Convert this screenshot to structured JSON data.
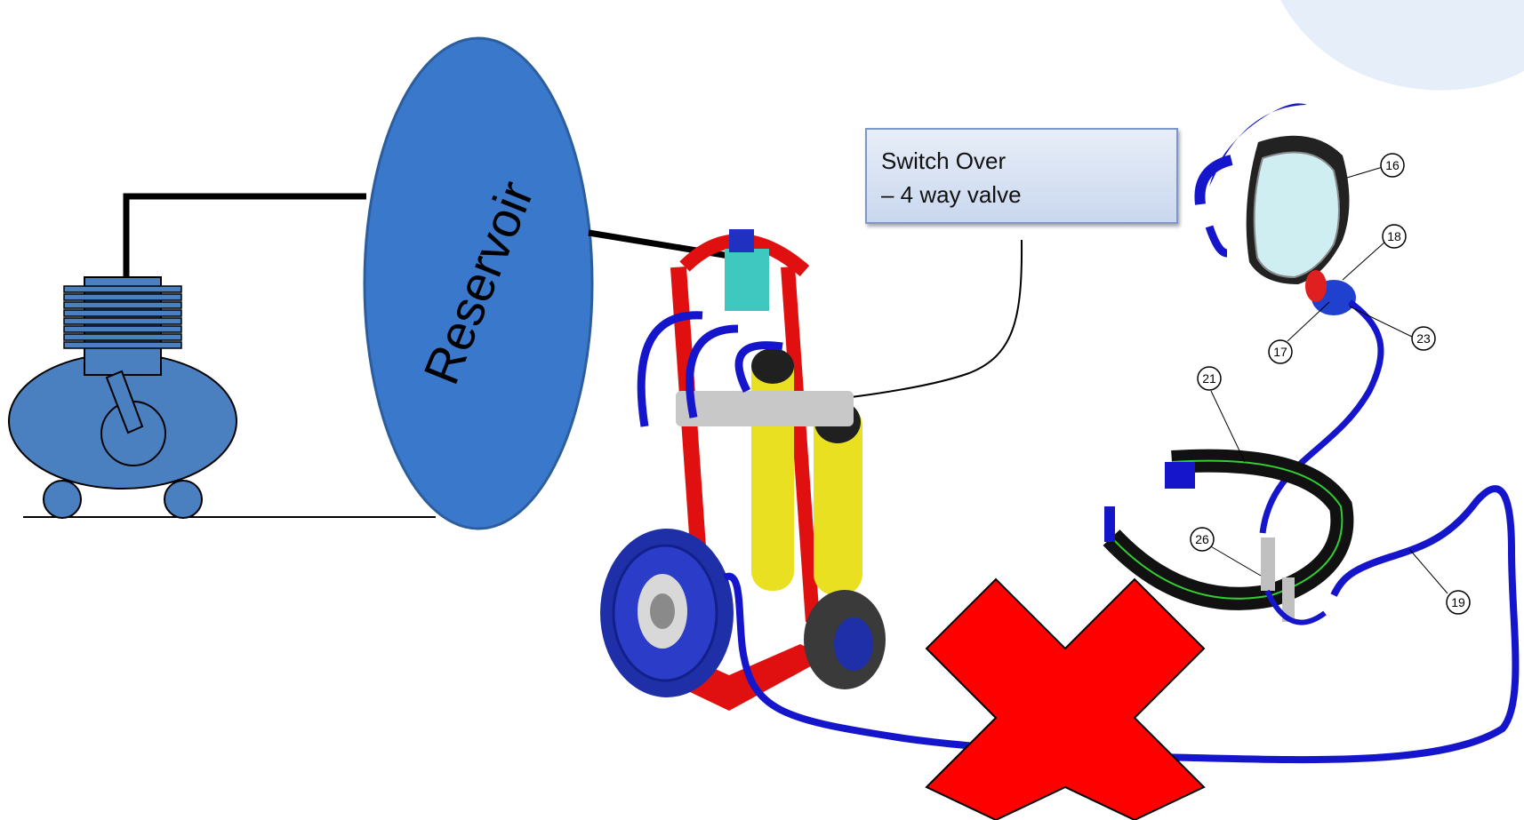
{
  "reservoir": {
    "label": "Reservoir"
  },
  "callout": {
    "line1": "Switch Over",
    "line2": "– 4 way valve"
  },
  "parts": [
    "16",
    "18",
    "23",
    "17",
    "21",
    "26",
    "19"
  ],
  "colors": {
    "compressor_fill": "#4a7fc0",
    "reservoir_fill": "#3a78cc",
    "hose": "#1515cc",
    "cross": "#ff0000",
    "trolley_frame": "#e01010",
    "cylinder": "#e8e020"
  }
}
